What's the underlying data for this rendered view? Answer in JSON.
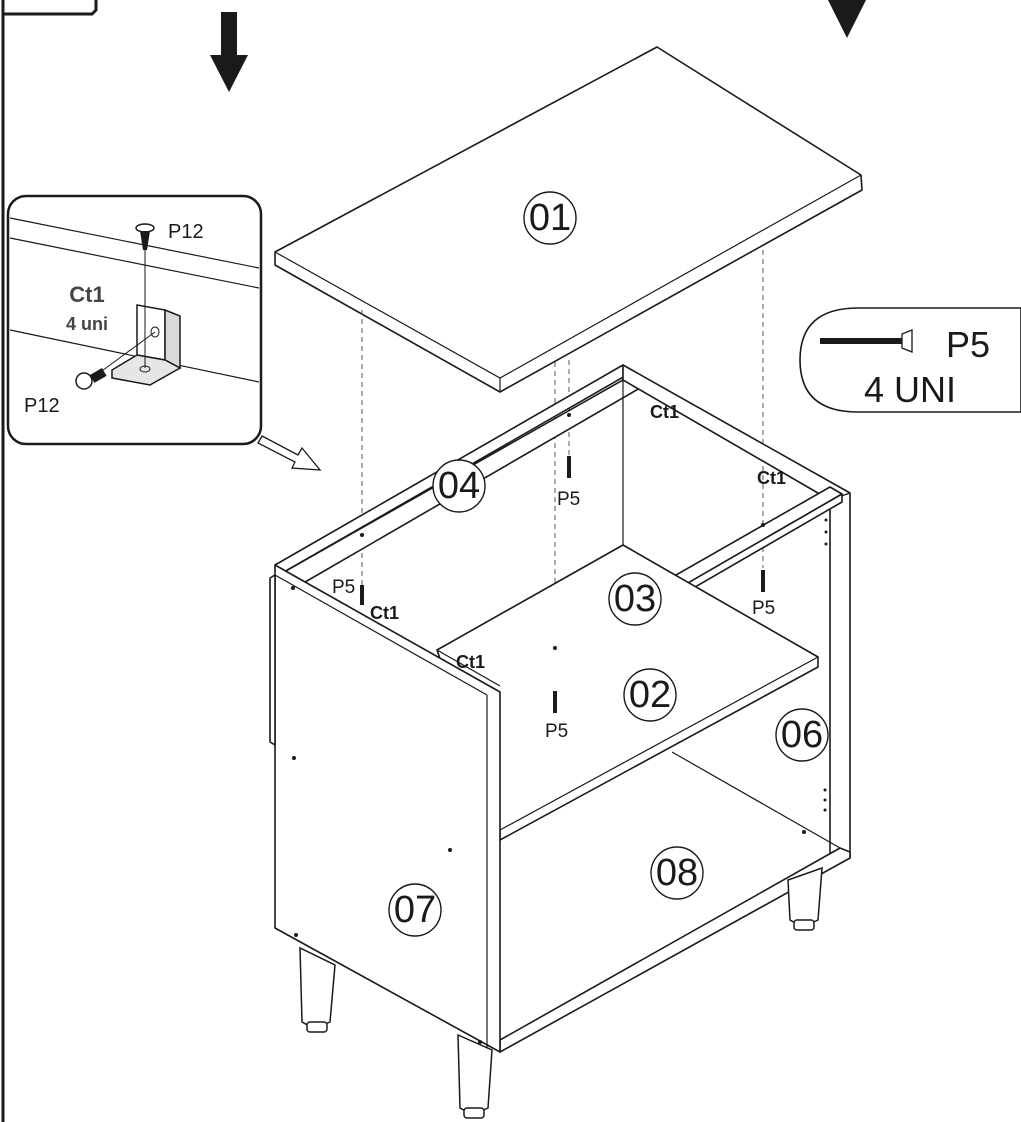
{
  "parts": {
    "p01": "01",
    "p02": "02",
    "p03": "03",
    "p04": "04",
    "p06": "06",
    "p07": "07",
    "p08": "08"
  },
  "screws": {
    "p5": "P5",
    "p12": "P12",
    "ct1": "Ct1"
  },
  "detail": {
    "code": "Ct1",
    "qty": "4 uni",
    "screw_top": "P12",
    "screw_side": "P12"
  },
  "hardware": {
    "code": "P5",
    "qty": "4 UNI"
  },
  "icons": [
    "down-arrow-icon",
    "down-triangle-icon",
    "hollow-arrow-icon",
    "screw-icon",
    "corner-bracket-icon"
  ]
}
